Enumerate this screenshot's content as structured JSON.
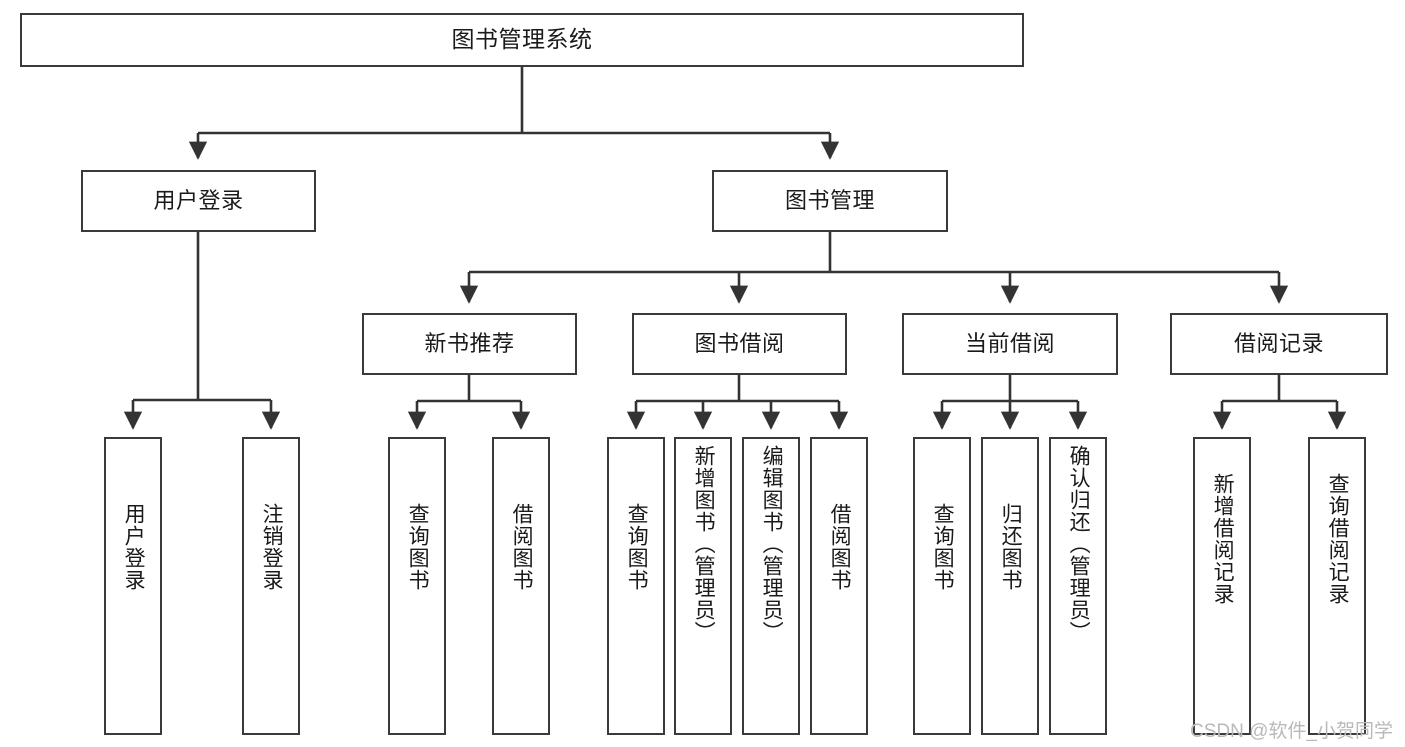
{
  "diagram": {
    "title": "图书管理系统",
    "type": "tree",
    "colors": {
      "box_border": "#3a3a3a",
      "box_fill": "#ffffff",
      "connector": "#333333",
      "text": "#1a1a1a",
      "watermark": "#b9b9b9",
      "background": "#ffffff"
    }
  },
  "root": {
    "label": "图书管理系统"
  },
  "level2": [
    {
      "id": "user-login",
      "label": "用户登录"
    },
    {
      "id": "book-manage",
      "label": "图书管理"
    }
  ],
  "level3": [
    {
      "id": "new-book-recommend",
      "label": "新书推荐"
    },
    {
      "id": "book-borrow",
      "label": "图书借阅"
    },
    {
      "id": "current-borrow",
      "label": "当前借阅"
    },
    {
      "id": "borrow-record",
      "label": "借阅记录"
    }
  ],
  "leaves": {
    "user_login": [
      {
        "id": "leaf-user-login",
        "label": "用户登录"
      },
      {
        "id": "leaf-logout",
        "label": "注销登录"
      }
    ],
    "new_book_recommend": [
      {
        "id": "leaf-query-book-1",
        "label": "查询图书"
      },
      {
        "id": "leaf-borrow-book-1",
        "label": "借阅图书"
      }
    ],
    "book_borrow": [
      {
        "id": "leaf-query-book-2",
        "label": "查询图书"
      },
      {
        "id": "leaf-add-book",
        "label": "新增图书（管理员）"
      },
      {
        "id": "leaf-edit-book",
        "label": "编辑图书（管理员）"
      },
      {
        "id": "leaf-borrow-book-2",
        "label": "借阅图书"
      }
    ],
    "current_borrow": [
      {
        "id": "leaf-query-book-3",
        "label": "查询图书"
      },
      {
        "id": "leaf-return-book",
        "label": "归还图书"
      },
      {
        "id": "leaf-confirm-return",
        "label": "确认归还（管理员）"
      }
    ],
    "borrow_record": [
      {
        "id": "leaf-add-record",
        "label": "新增借阅记录"
      },
      {
        "id": "leaf-query-record",
        "label": "查询借阅记录"
      }
    ]
  },
  "watermark": {
    "text": "CSDN @软件_小贺同学"
  }
}
